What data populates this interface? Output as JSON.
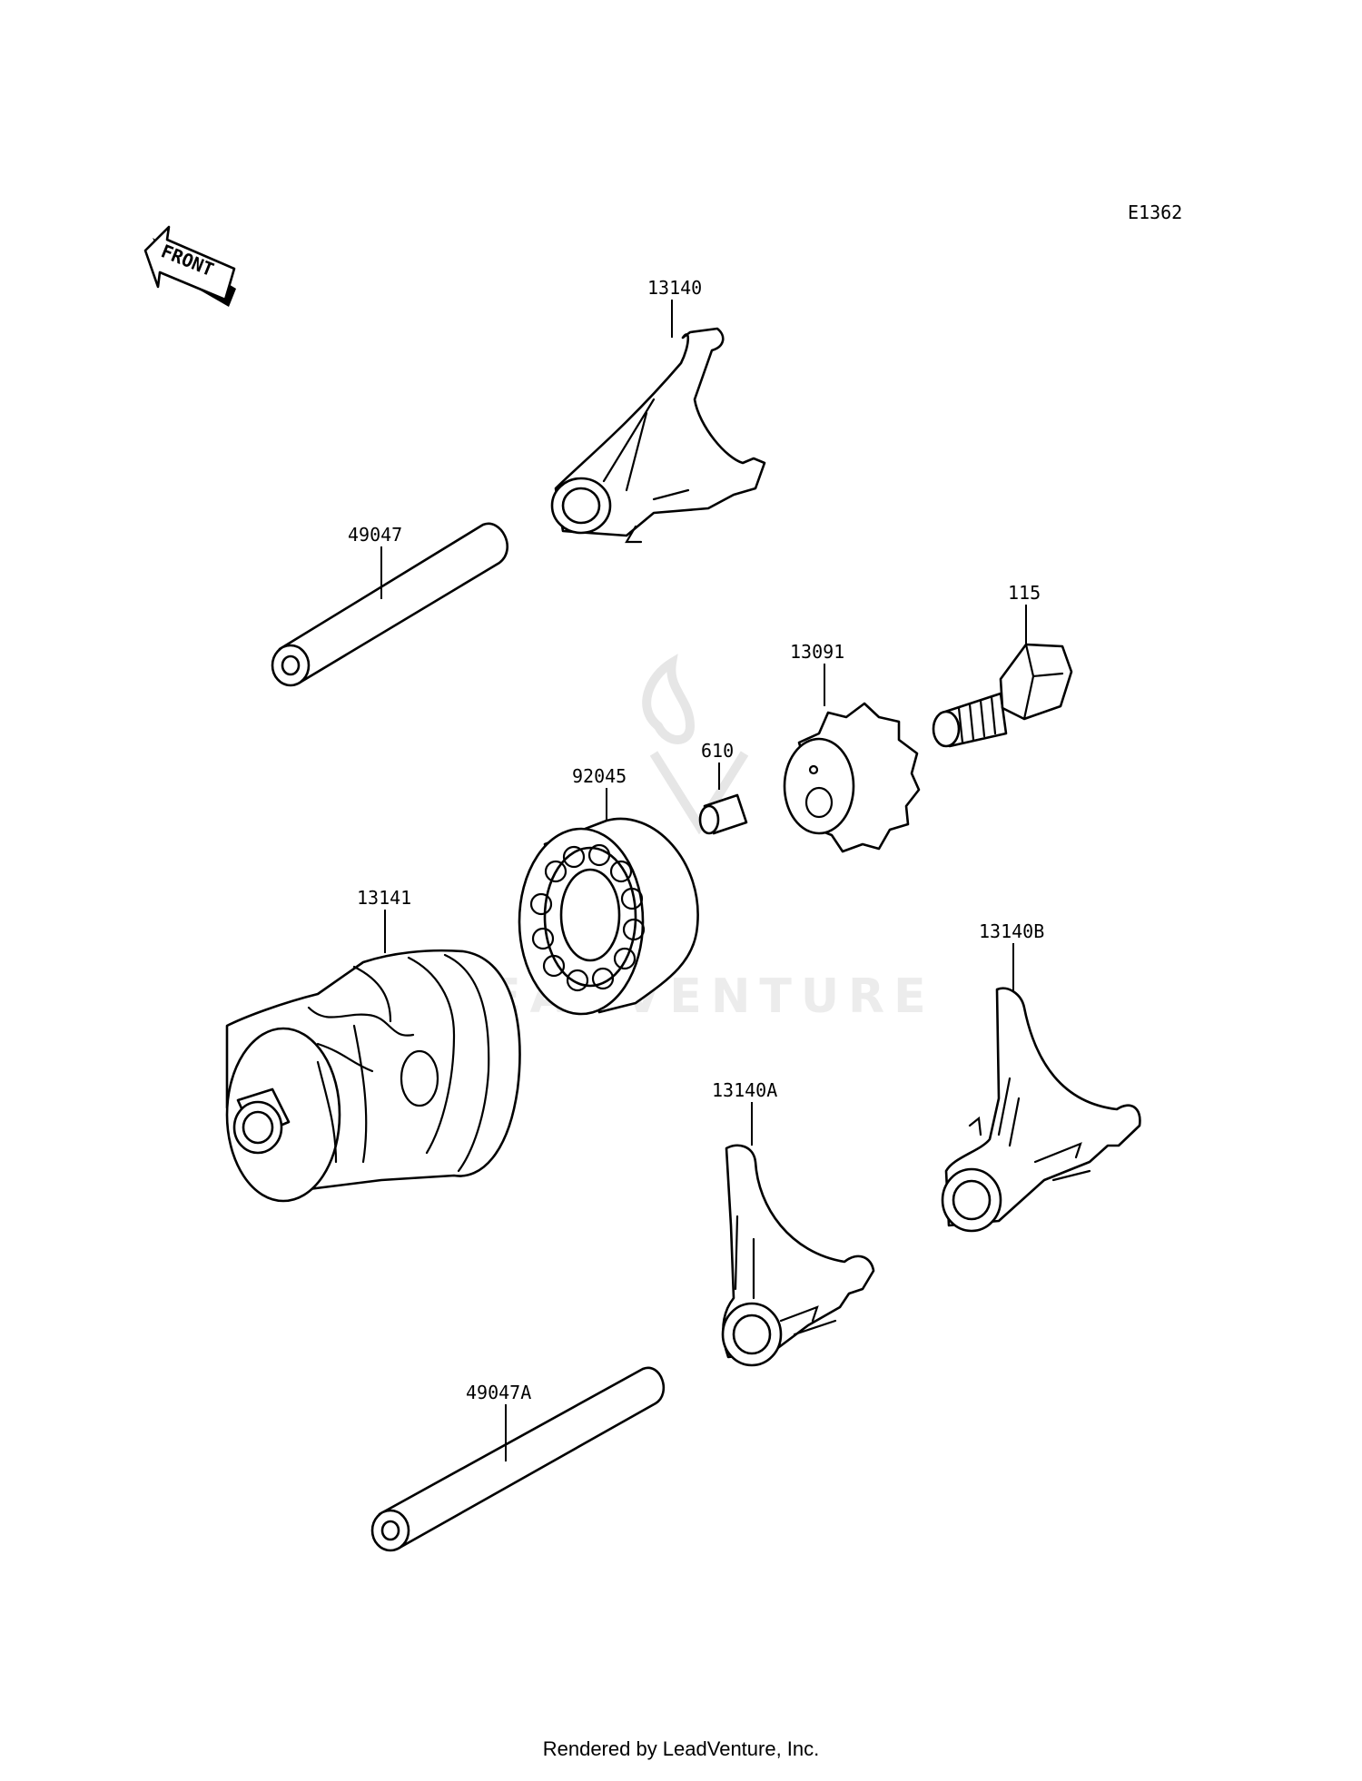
{
  "diagram_code": "E1362",
  "front_label": "FRONT",
  "watermark": "LEADVENTURE",
  "labels": {
    "p13140": "13140",
    "p49047": "49047",
    "p115": "115",
    "p13091": "13091",
    "p610": "610",
    "p92045": "92045",
    "p13141": "13141",
    "p13140B": "13140B",
    "p13140A": "13140A",
    "p49047A": "49047A"
  },
  "footer": "Rendered by LeadVenture, Inc."
}
